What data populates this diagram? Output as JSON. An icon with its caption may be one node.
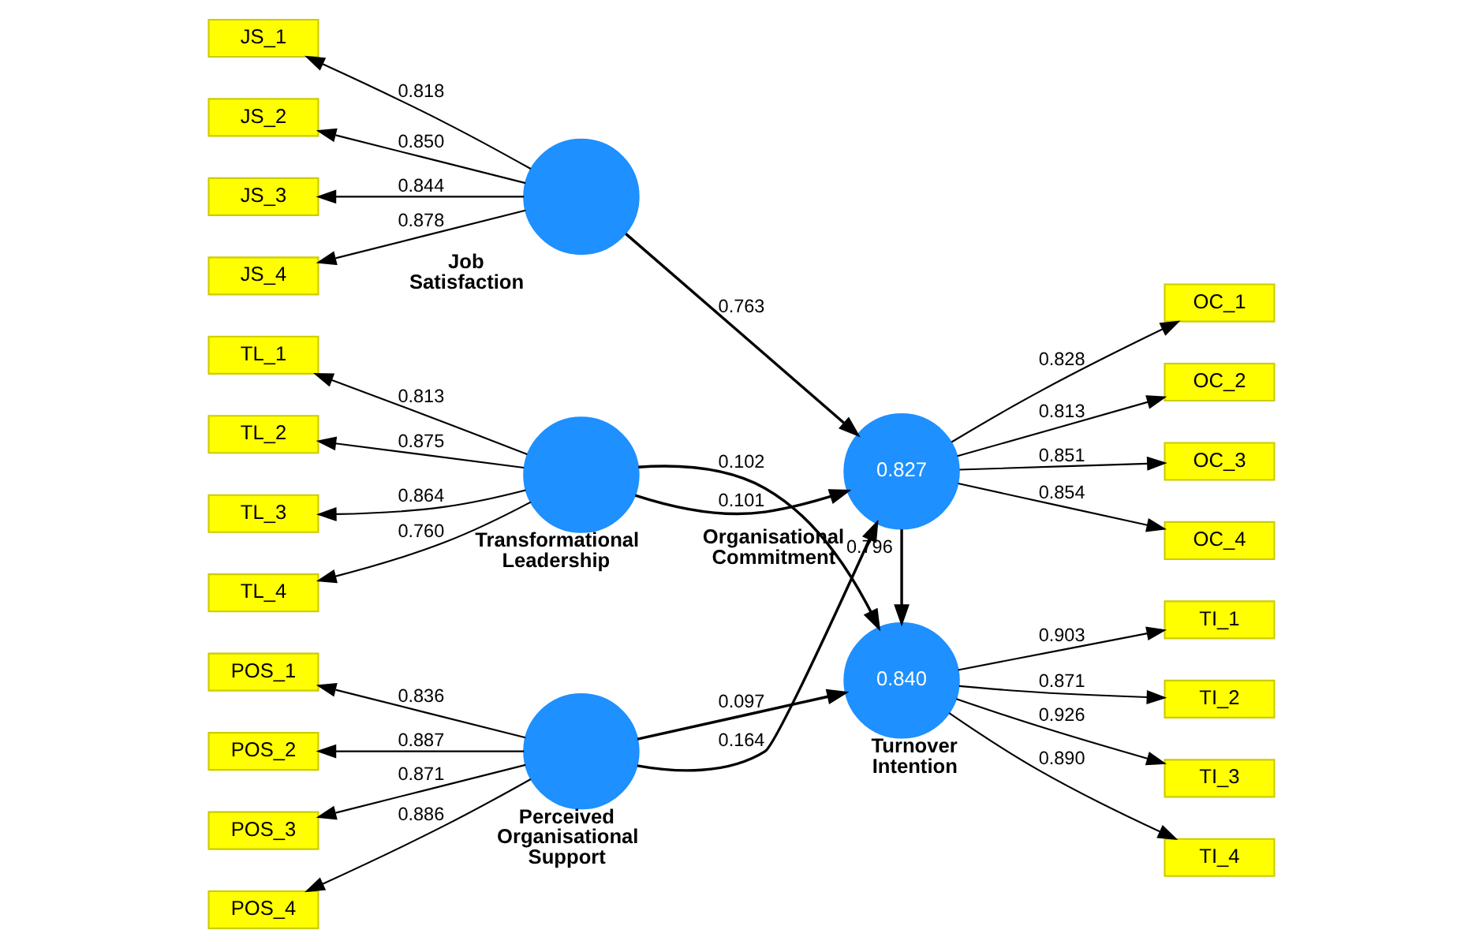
{
  "diagram": {
    "nodes": [
      {
        "text": [
          "TL_1"
        ]
      },
      {
        "text": [
          "TL_2"
        ]
      },
      {
        "text": [
          "TL_3"
        ]
      },
      {
        "text": [
          "TL_4"
        ]
      },
      {
        "text": [],
        "shape": "circle",
        "beside": [
          "Transformational Leadership"
        ]
      },
      {
        "text": [
          "JS_1"
        ]
      },
      {
        "text": [
          "JS_2"
        ]
      },
      {
        "text": [
          "JS_3"
        ]
      },
      {
        "text": [
          "JS_4"
        ]
      },
      {
        "text": [],
        "shape": "circle",
        "beside": [
          "Job Satisfaction"
        ]
      },
      {
        "text": [
          "POS_1"
        ]
      },
      {
        "text": [
          "POS_2"
        ]
      },
      {
        "text": [
          "POS_3"
        ]
      },
      {
        "text": [
          "POS_4"
        ]
      },
      {
        "text": [],
        "shape": "circle",
        "beside": [
          "Perceived Organisational Support"
        ]
      },
      {
        "text": [
          "0.840"
        ],
        "beside": [
          "Turnover Intention"
        ]
      },
      {
        "text": [
          "TI_1"
        ]
      },
      {
        "text": [
          "TI_2"
        ]
      },
      {
        "text": [
          "TI_3"
        ]
      },
      {
        "text": [
          "TI_4"
        ]
      },
      {
        "text": [
          "0.827"
        ],
        "beside": [
          "Organisational Commitment"
        ]
      },
      {
        "text": [
          "OC_1"
        ]
      },
      {
        "text": [
          "OC_2"
        ]
      },
      {
        "text": [
          "OC_3"
        ]
      },
      {
        "text": [
          "OC_4"
        ]
      }
    ],
    "edges": [
      {
        "from": 4,
        "to": 0,
        "arrow": "to",
        "label": "0.813"
      },
      {
        "from": 4,
        "to": 1,
        "arrow": "to",
        "label": "0.875"
      },
      {
        "from": 4,
        "to": 2,
        "arrow": "to",
        "label": "0.864"
      },
      {
        "from": 4,
        "to": 3,
        "arrow": "to",
        "label": "0.760"
      },
      {
        "from": 9,
        "to": 5,
        "arrow": "to",
        "label": "0.818"
      },
      {
        "from": 9,
        "to": 6,
        "arrow": "to",
        "label": "0.850"
      },
      {
        "from": 9,
        "to": 7,
        "arrow": "to",
        "label": "0.844"
      },
      {
        "from": 9,
        "to": 8,
        "arrow": "to",
        "label": "0.878"
      },
      {
        "from": 14,
        "to": 10,
        "arrow": "to",
        "label": "0.836"
      },
      {
        "from": 14,
        "to": 11,
        "arrow": "to",
        "label": "0.887"
      },
      {
        "from": 14,
        "to": 12,
        "arrow": "to",
        "label": "0.871"
      },
      {
        "from": 14,
        "to": 13,
        "arrow": "to",
        "label": "0.886"
      },
      {
        "from": 15,
        "to": 16,
        "arrow": "to",
        "label": "0.903"
      },
      {
        "from": 15,
        "to": 17,
        "arrow": "to",
        "label": "0.871"
      },
      {
        "from": 15,
        "to": 18,
        "arrow": "to",
        "label": "0.926"
      },
      {
        "from": 15,
        "to": 19,
        "arrow": "to",
        "label": "0.890"
      },
      {
        "from": 20,
        "to": 21,
        "arrow": "to",
        "label": "0.828"
      },
      {
        "from": 20,
        "to": 22,
        "arrow": "to",
        "label": "0.813"
      },
      {
        "from": 20,
        "to": 23,
        "arrow": "to",
        "label": "0.851"
      },
      {
        "from": 20,
        "to": 24,
        "arrow": "to",
        "label": "0.854"
      },
      {
        "from": 4,
        "to": 15,
        "arrow": "to",
        "label": "0.102"
      },
      {
        "from": 4,
        "to": 20,
        "arrow": "to",
        "label": "0.101"
      },
      {
        "from": 9,
        "to": 20,
        "arrow": "to",
        "label": "0.763"
      },
      {
        "from": 14,
        "to": 15,
        "arrow": "to",
        "label": "0.097"
      },
      {
        "from": 14,
        "to": 20,
        "arrow": "to",
        "label": "0.164"
      },
      {
        "from": 20,
        "to": 15,
        "arrow": "to",
        "label": "0.796"
      }
    ]
  }
}
